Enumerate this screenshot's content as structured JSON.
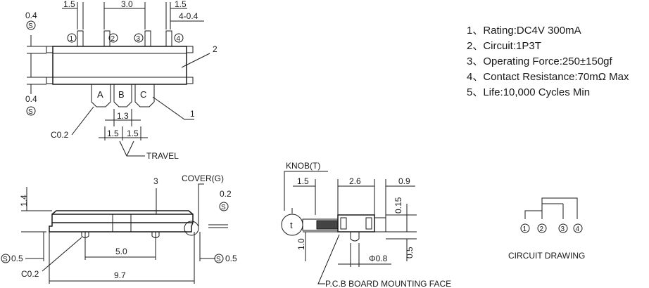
{
  "top_view": {
    "dim_pitch_left": "1.5",
    "dim_pitch_mid": "3.0",
    "dim_pitch_right": "1.5",
    "dim_pin_width": "4-0.4",
    "dim_top_gap": "0.4",
    "dim_bottom_gap": "0.4",
    "sym_s": "S",
    "pin_labels": [
      "1",
      "2",
      "3",
      "4"
    ],
    "callout_body": "2",
    "callout_knob": "1",
    "positions": [
      "A",
      "B",
      "C"
    ],
    "dim_knob_pitch": "1.3",
    "dim_travel_left": "1.5",
    "dim_travel_right": "1.5",
    "chamfer": "C0.2",
    "travel_label": "TRAVEL"
  },
  "front_view": {
    "dim_height": "1.4",
    "callout_3": "3",
    "cover_label": "COVER(G)",
    "dim_cover": "0.2",
    "sym_s": "S",
    "dim_left": "0.5",
    "dim_right": "0.5",
    "dim_span": "5.0",
    "dim_length": "9.7",
    "chamfer": "C0.2"
  },
  "side_view": {
    "knob_label": "KNOB(T)",
    "knob_letter": "t",
    "dim_knob": "1.5",
    "dim_body": "2.6",
    "dim_right": "0.9",
    "dim_h1": "0.15",
    "dim_h2": "1.0",
    "dim_h3": "0.5",
    "dim_pin_dia": "Φ0.8",
    "pcb_label": "P.C.B BOARD MOUNTING FACE"
  },
  "circuit": {
    "pin_labels": [
      "1",
      "2",
      "3",
      "4"
    ],
    "caption": "CIRCUIT DRAWING"
  },
  "specs": [
    "1、Rating:DC4V 300mA",
    "2、Circuit:1P3T",
    "3、Operating Force:250±150gf",
    "4、Contact Resistance:70mΩ Max",
    "5、Life:10,000 Cycles Min"
  ]
}
